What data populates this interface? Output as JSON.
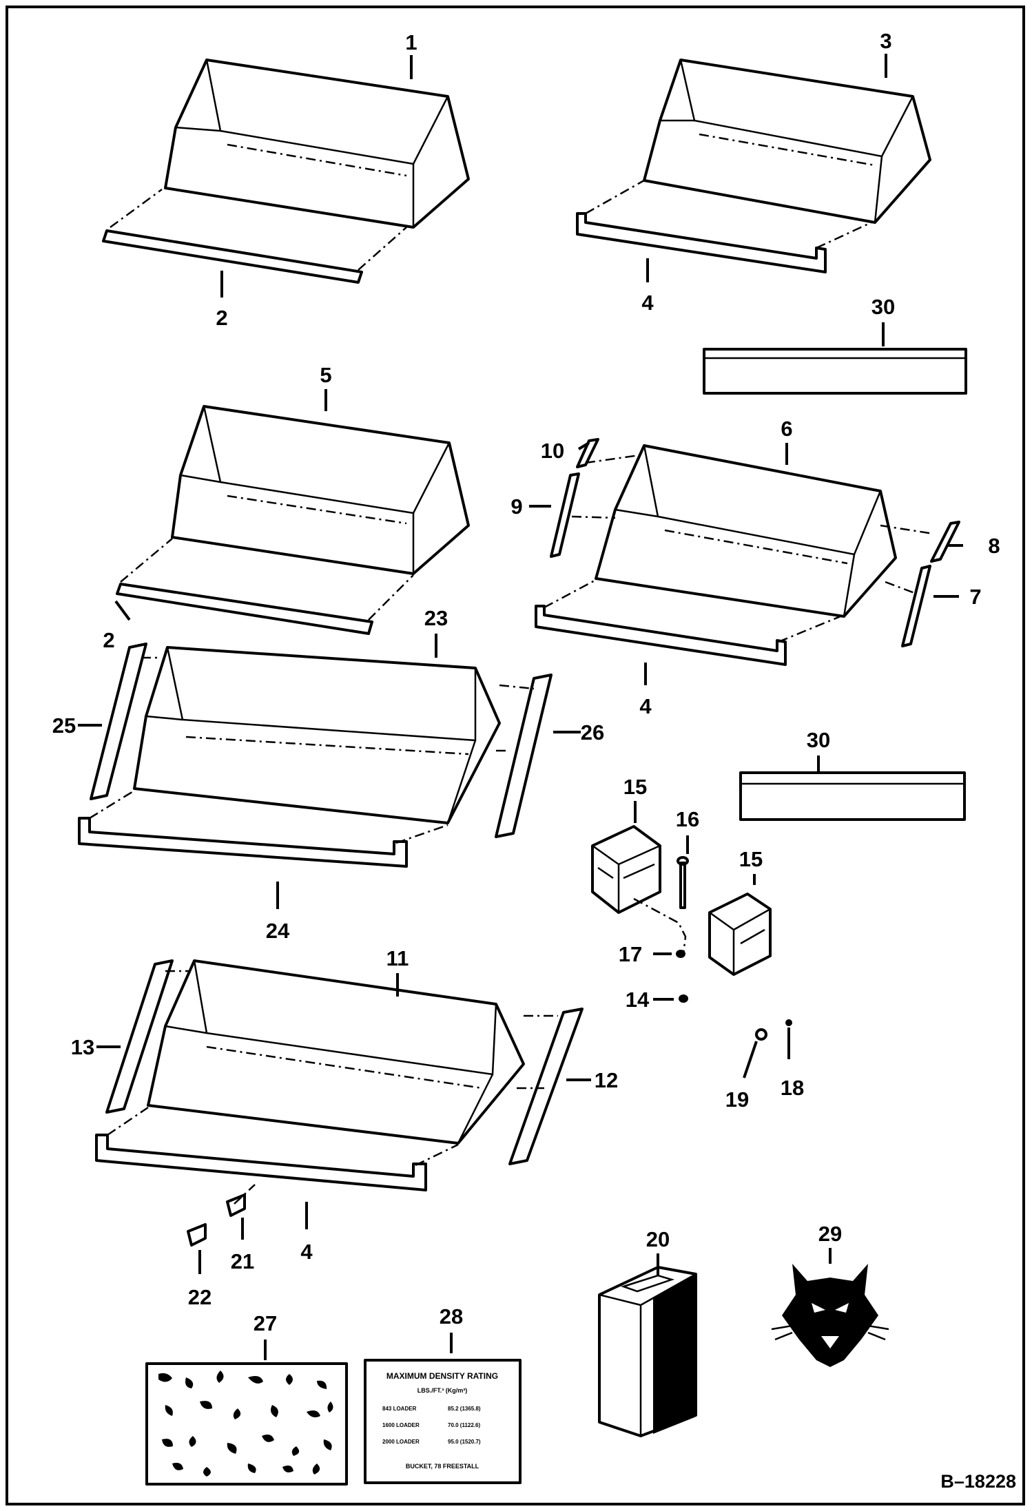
{
  "drawing_id": "B–18228",
  "callouts": {
    "c1": "1",
    "c2a": "2",
    "c3": "3",
    "c4a": "4",
    "c30a": "30",
    "c5": "5",
    "c2b": "2",
    "c6": "6",
    "c10": "10",
    "c9": "9",
    "c8": "8",
    "c7": "7",
    "c4b": "4",
    "c23": "23",
    "c25": "25",
    "c26": "26",
    "c24": "24",
    "c30b": "30",
    "c15a": "15",
    "c16": "16",
    "c15b": "15",
    "c17": "17",
    "c14": "14",
    "c19": "19",
    "c18": "18",
    "c11": "11",
    "c13": "13",
    "c12": "12",
    "c4c": "4",
    "c21": "21",
    "c22": "22",
    "c20": "20",
    "c29": "29",
    "c27": "27",
    "c28": "28"
  },
  "decal": {
    "title": "MAXIMUM DENSITY RATING",
    "units": "LBS./FT.³ (Kg/m³)",
    "rows": [
      {
        "loader": "843 LOADER",
        "value": "85.2 (1365.8)"
      },
      {
        "loader": "1600 LOADER",
        "value": "70.0 (1122.6)"
      },
      {
        "loader": "2000 LOADER",
        "value": "95.0 (1520.7)"
      }
    ],
    "footer": "BUCKET, 78 FREESTALL"
  },
  "logo": {
    "icon": "bobcat-head-logo"
  }
}
